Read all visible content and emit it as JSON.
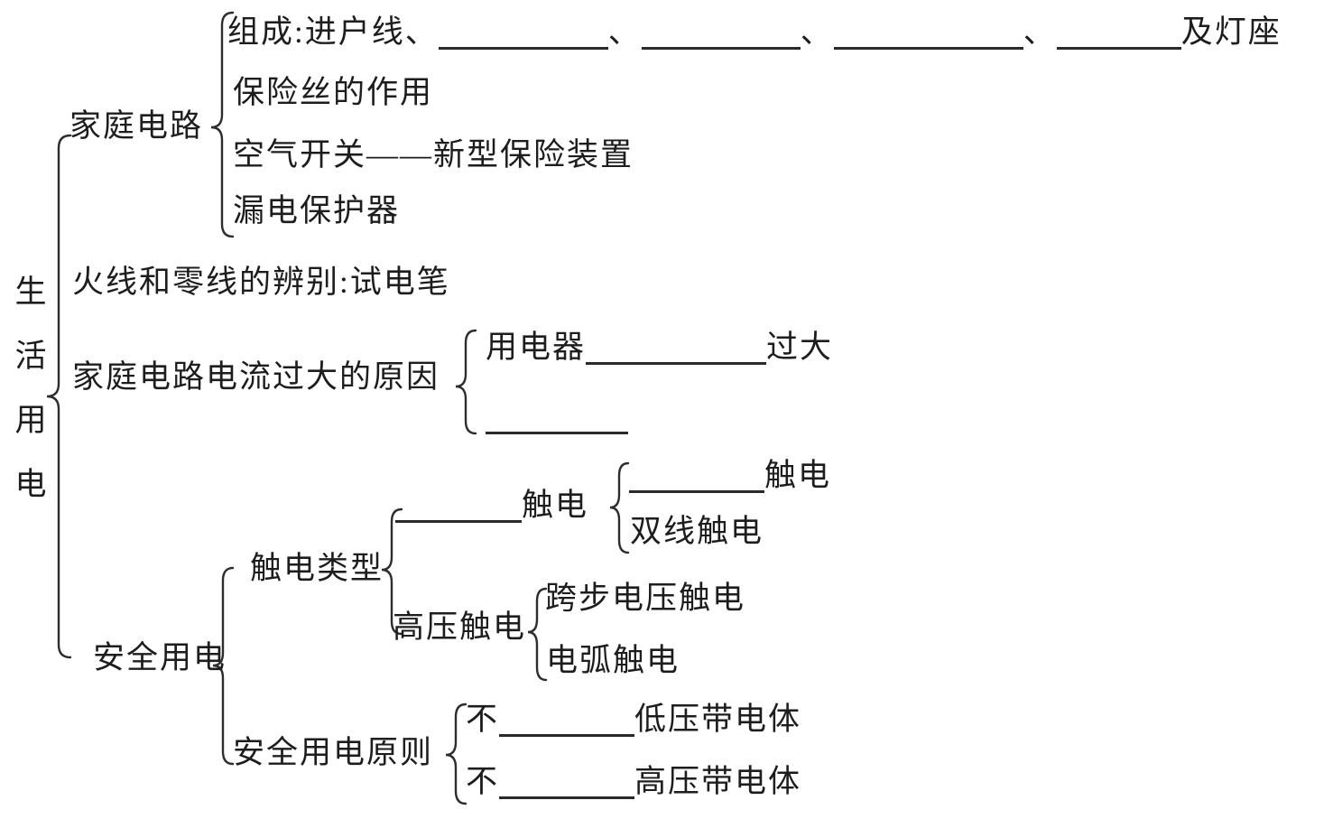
{
  "root": {
    "label": "生活用电"
  },
  "home_circuit": {
    "label": "家庭电路",
    "composition": {
      "prefix": "组成:进户线、",
      "sep": "、",
      "suffix": "及灯座"
    },
    "fuse": "保险丝的作用",
    "air_switch": "空气开关——新型保险装置",
    "leakage_protector": "漏电保护器"
  },
  "wire_identification": "火线和零线的辨别:试电笔",
  "overcurrent": {
    "label": "家庭电路电流过大的原因",
    "appliance": {
      "prefix": "用电器",
      "suffix": "过大"
    }
  },
  "safe_use": {
    "label": "安全用电",
    "shock_types": {
      "label": "触电类型",
      "low_voltage": {
        "suffix": "触电",
        "sub_blank_suffix": "触电",
        "sub2": "双线触电"
      },
      "high_voltage": {
        "label": "高压触电",
        "sub1": "跨步电压触电",
        "sub2": "电弧触电"
      }
    },
    "principles": {
      "label": "安全用电原则",
      "rule1": {
        "prefix": "不",
        "suffix": "低压带电体"
      },
      "rule2": {
        "prefix": "不",
        "suffix": "高压带电体"
      }
    }
  }
}
